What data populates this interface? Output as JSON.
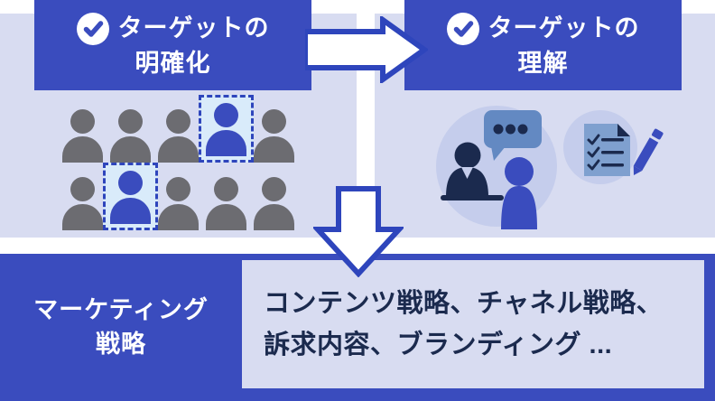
{
  "colors": {
    "primary_blue": "#3A4CBE",
    "stroke_blue": "#2E45BC",
    "panel_lavender": "#D8DCF1",
    "navy": "#1B2A4E",
    "steel_blue": "#6389C2",
    "paper_blue": "#7FA0CF",
    "circle_bg": "#C5CDEC",
    "gray_person": "#6C6C71",
    "highlight_bg": "#D9EBFA"
  },
  "steps": [
    {
      "id": "clarify",
      "line1": "ターゲットの",
      "line2": "明確化"
    },
    {
      "id": "understand",
      "line1": "ターゲットの",
      "line2": "理解"
    }
  ],
  "audience": {
    "rows": [
      [
        "gray",
        "gray",
        "gray",
        "selected",
        "gray"
      ],
      [
        "gray",
        "selected",
        "gray",
        "gray",
        "gray"
      ]
    ]
  },
  "illustrations": {
    "interview": "two-people-interview-speech-bubble",
    "checklist": "checklist-document-with-pencil"
  },
  "bottom": {
    "label_line1": "マーケティング",
    "label_line2": "戦略",
    "detail_line1": "コンテンツ戦略、チャネル戦略、",
    "detail_line2": "訴求内容、ブランディング ..."
  }
}
